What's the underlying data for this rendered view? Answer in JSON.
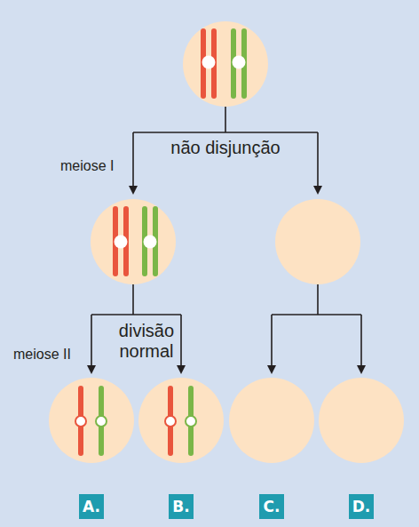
{
  "diagram": {
    "nodes": [
      {
        "text": [
          "A."
        ]
      },
      {
        "text": [
          "B."
        ]
      },
      {
        "text": [
          "C."
        ]
      },
      {
        "text": [
          "D."
        ]
      }
    ],
    "labels": [
      "não disjunção",
      "meiose I",
      "divisão normal",
      "meiose II"
    ]
  }
}
